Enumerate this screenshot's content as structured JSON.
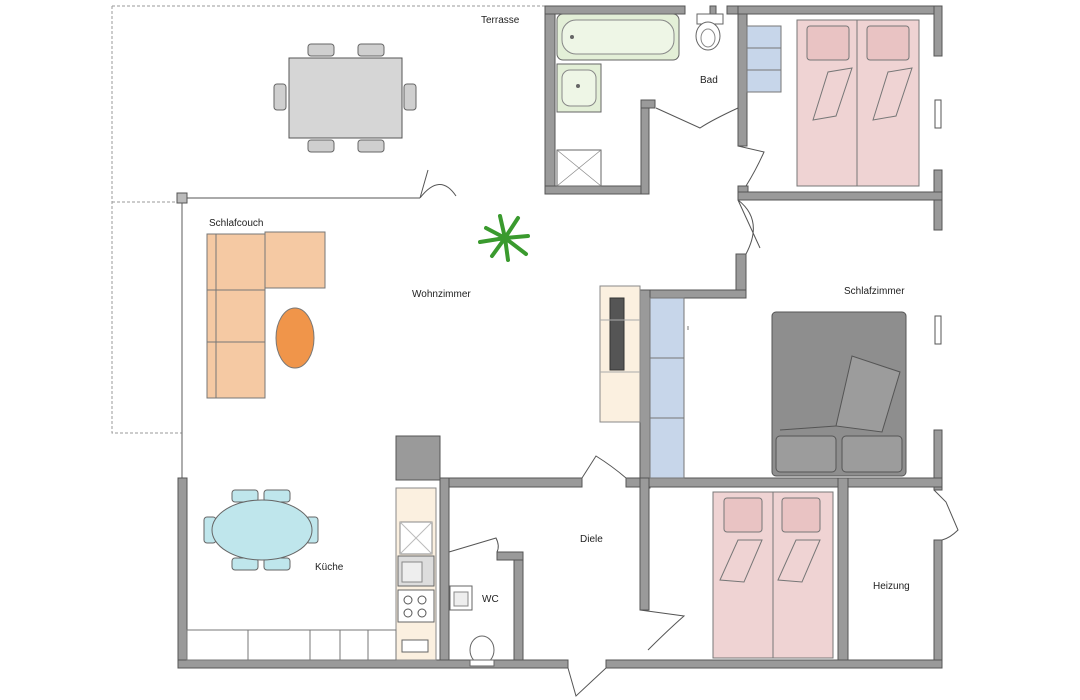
{
  "rooms": {
    "terrasse": "Terrasse",
    "bad": "Bad",
    "schlafcouch": "Schlafcouch",
    "wohnzimmer": "Wohnzimmer",
    "schlafzimmer": "Schlafzimmer",
    "kueche": "Küche",
    "diele": "Diele",
    "wc": "WC",
    "heizung": "Heizung"
  },
  "colors": {
    "wall": "#9a9a9a",
    "bed_pink": "#efd3d3",
    "bed_grey": "#8e8e8e",
    "couch": "#f5c9a3",
    "couch_table": "#f0954a",
    "dining_table": "#bfe6ec",
    "closet_blue": "#c7d6ea",
    "bath_green": "#e3efd7",
    "terrace_table": "#d6d6d6",
    "tv_unit": "#fbf0e0"
  }
}
